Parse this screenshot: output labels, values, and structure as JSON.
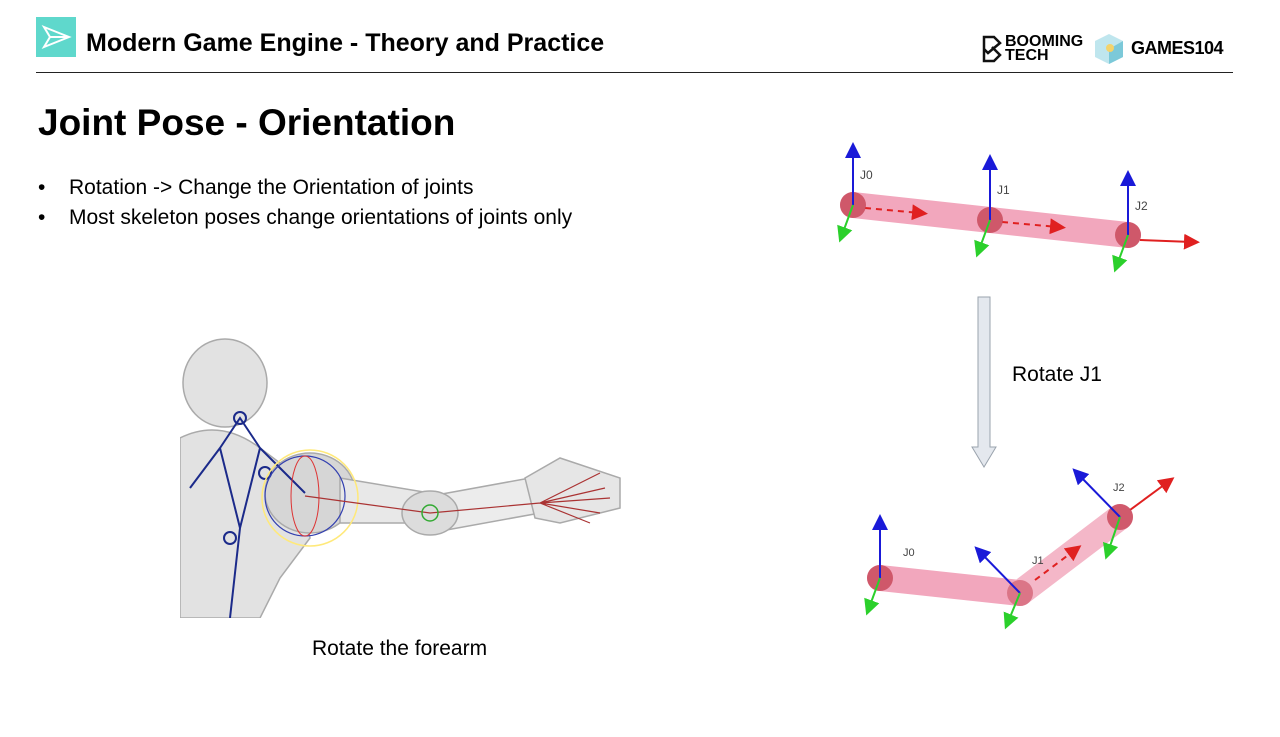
{
  "header": {
    "title": "Modern Game Engine - Theory and Practice",
    "logo_booming": "BOOMING TECH",
    "logo_booming_line1": "BOOMING",
    "logo_booming_line2": "TECH",
    "logo_games": "GAMES104",
    "accent_color": "#4fd1c5"
  },
  "slide": {
    "heading": "Joint Pose - Orientation",
    "bullets": [
      "Rotation -> Change the Orientation of joints",
      "Most skeleton poses change orientations of joints only"
    ],
    "bullet_glyph": "•",
    "left_caption": "Rotate the forearm",
    "arrow_label": "Rotate J1",
    "joint_labels": [
      "J0",
      "J1",
      "J2"
    ]
  }
}
